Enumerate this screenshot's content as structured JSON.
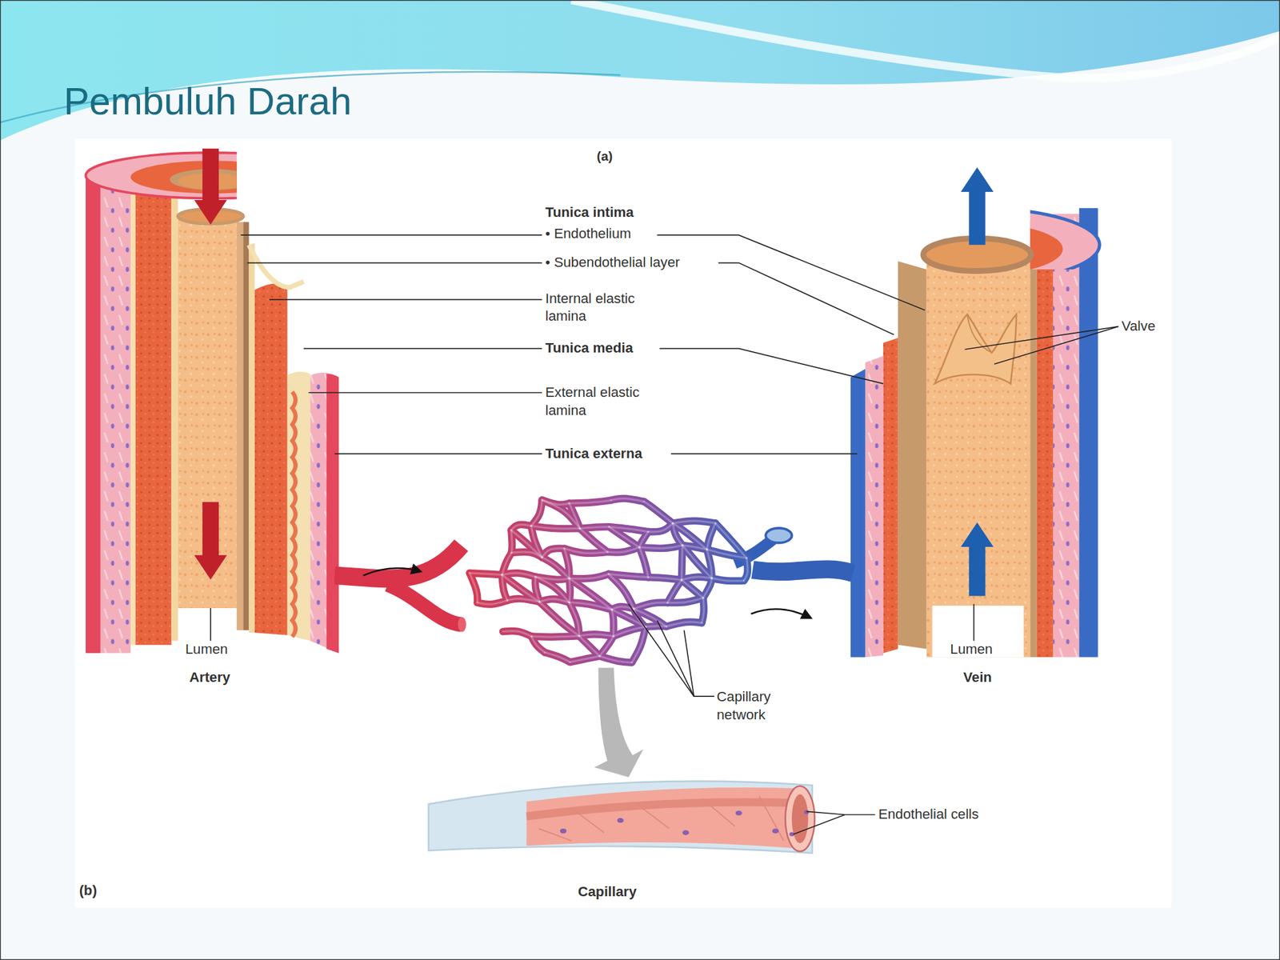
{
  "diagram": {
    "title": "Pembuluh Darah",
    "labels": [
      "(a)",
      "Tunica intima",
      "• Endothelium",
      "• Subendothelial layer",
      "Internal elastic lamina",
      "Tunica media",
      "External elastic lamina",
      "Tunica externa",
      "Valve",
      "Lumen",
      "Artery",
      "Lumen",
      "Vein",
      "Capillary network",
      "Endothelial cells",
      "(b)",
      "Capillary"
    ]
  }
}
